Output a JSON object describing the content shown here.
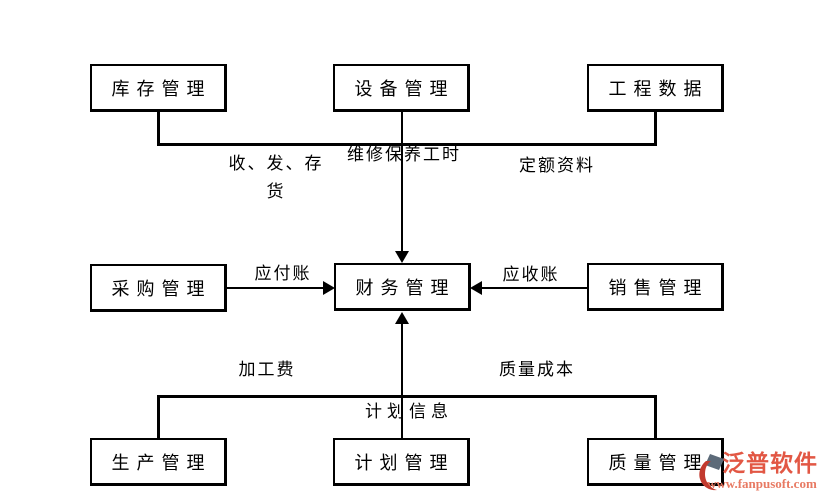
{
  "diagram": {
    "center_node": "finance",
    "nodes": {
      "inventory": {
        "label": "库存管理"
      },
      "equipment": {
        "label": "设备管理"
      },
      "engineering_data": {
        "label": "工程数据"
      },
      "procurement": {
        "label": "采购管理"
      },
      "finance": {
        "label": "财务管理"
      },
      "sales": {
        "label": "销售管理"
      },
      "production": {
        "label": "生产管理"
      },
      "planning": {
        "label": "计划管理"
      },
      "quality": {
        "label": "质量管理"
      }
    },
    "edge_labels": {
      "inventory_to_finance": "收、发、存货",
      "equipment_to_finance": "维修保养工时",
      "engineering_to_finance": "定额资料",
      "procurement_to_finance": "应付账",
      "sales_to_finance": "应收账",
      "production_to_finance": "加工费",
      "planning_to_finance": "计划信息",
      "quality_to_finance": "质量成本"
    },
    "edges": [
      {
        "from": "inventory",
        "to": "finance",
        "label": "收、发、存货"
      },
      {
        "from": "equipment",
        "to": "finance",
        "label": "维修保养工时"
      },
      {
        "from": "engineering_data",
        "to": "finance",
        "label": "定额资料"
      },
      {
        "from": "procurement",
        "to": "finance",
        "label": "应付账"
      },
      {
        "from": "sales",
        "to": "finance",
        "label": "应收账"
      },
      {
        "from": "production",
        "to": "finance",
        "label": "加工费"
      },
      {
        "from": "planning",
        "to": "finance",
        "label": "计划信息"
      },
      {
        "from": "quality",
        "to": "finance",
        "label": "质量成本"
      }
    ]
  },
  "watermark": {
    "brand": "泛普软件",
    "url": "www.fanpusoft.com"
  },
  "colors": {
    "background": "#ffffff",
    "line": "#000000",
    "box_border": "#000000",
    "text": "#000000",
    "brand_text": "#e25744",
    "brand_url": "#e87a63",
    "logo_slate": "#5d6b79",
    "logo_red": "#c23a2e"
  }
}
